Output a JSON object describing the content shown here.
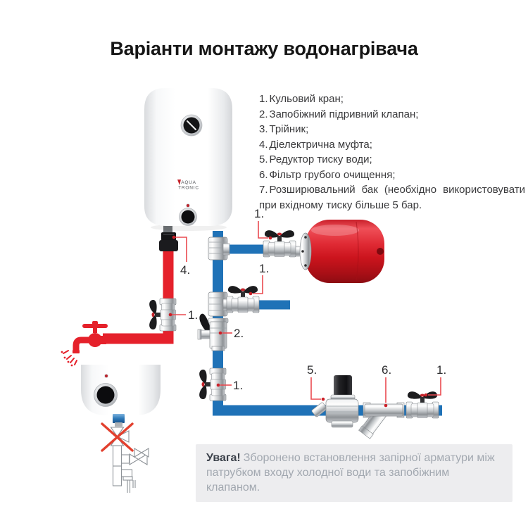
{
  "title": "Варіанти монтажу водонагрівача",
  "legend": {
    "items": [
      {
        "num": "1.",
        "text": "Кульовий кран;"
      },
      {
        "num": "2.",
        "text": "Запобіжний підривний клапан;"
      },
      {
        "num": "3.",
        "text": "Трійник;"
      },
      {
        "num": "4.",
        "text": "Діелектрична муфта;"
      },
      {
        "num": "5.",
        "text": "Редуктор тиску води;"
      },
      {
        "num": "6.",
        "text": "Фільтр грубого очищення;"
      },
      {
        "num": "7.",
        "text": "Розширювальний бак (необхідно використовувати при вхідному тиску більше 5 бар."
      }
    ]
  },
  "heater_brand": {
    "line1": "AQUA",
    "line2": "TRONIC"
  },
  "callouts": {
    "tank_valve": "1.",
    "coupling": "4.",
    "hot_valve": "1.",
    "branch_valve": "1.",
    "safety_valve": "2.",
    "cold_valve": "1.",
    "reducer": "5.",
    "filter": "6.",
    "inlet_valve": "1."
  },
  "warning": {
    "title": "Увага!",
    "text": "Зборонено встановлення запірної арматури між патрубком входу холодної води та запобіжним клапаном."
  },
  "colors": {
    "hot_pipe": "#e5212b",
    "cold_pipe": "#1f72b7",
    "tank_red": "#cc141d",
    "callout_leader": "#ea4a50",
    "warning_bg": "#ededef",
    "warning_text": "#a2a8b0"
  }
}
